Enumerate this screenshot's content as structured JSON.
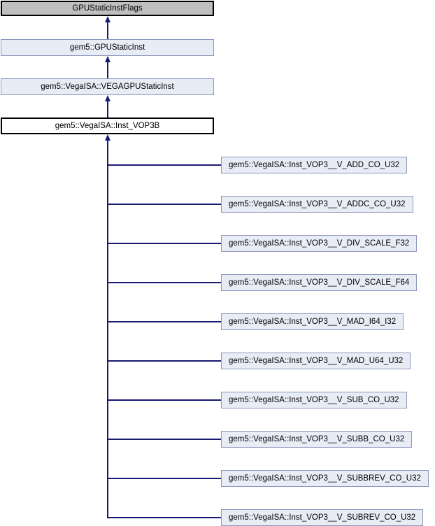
{
  "diagram": {
    "type": "class-inheritance-graph",
    "colors": {
      "edge": "#191970",
      "node-fill": "#e8ecf5",
      "node-border": "#8d97be",
      "external-fill": "#bfbfbf",
      "current-fill": "#ffffff",
      "dark-border": "#000000",
      "text": "#000000",
      "background": "#ffffff"
    },
    "chain": [
      {
        "label": "GPUStaticInstFlags",
        "style": "external"
      },
      {
        "label": "gem5::GPUStaticInst",
        "style": "linked"
      },
      {
        "label": "gem5::VegaISA::VEGAGPUStaticInst",
        "style": "linked"
      },
      {
        "label": "gem5::VegaISA::Inst_VOP3B",
        "style": "current"
      }
    ],
    "children": [
      "gem5::VegaISA::Inst_VOP3__V_ADD_CO_U32",
      "gem5::VegaISA::Inst_VOP3__V_ADDC_CO_U32",
      "gem5::VegaISA::Inst_VOP3__V_DIV_SCALE_F32",
      "gem5::VegaISA::Inst_VOP3__V_DIV_SCALE_F64",
      "gem5::VegaISA::Inst_VOP3__V_MAD_I64_I32",
      "gem5::VegaISA::Inst_VOP3__V_MAD_U64_U32",
      "gem5::VegaISA::Inst_VOP3__V_SUB_CO_U32",
      "gem5::VegaISA::Inst_VOP3__V_SUBB_CO_U32",
      "gem5::VegaISA::Inst_VOP3__V_SUBBREV_CO_U32",
      "gem5::VegaISA::Inst_VOP3__V_SUBREV_CO_U32"
    ]
  }
}
